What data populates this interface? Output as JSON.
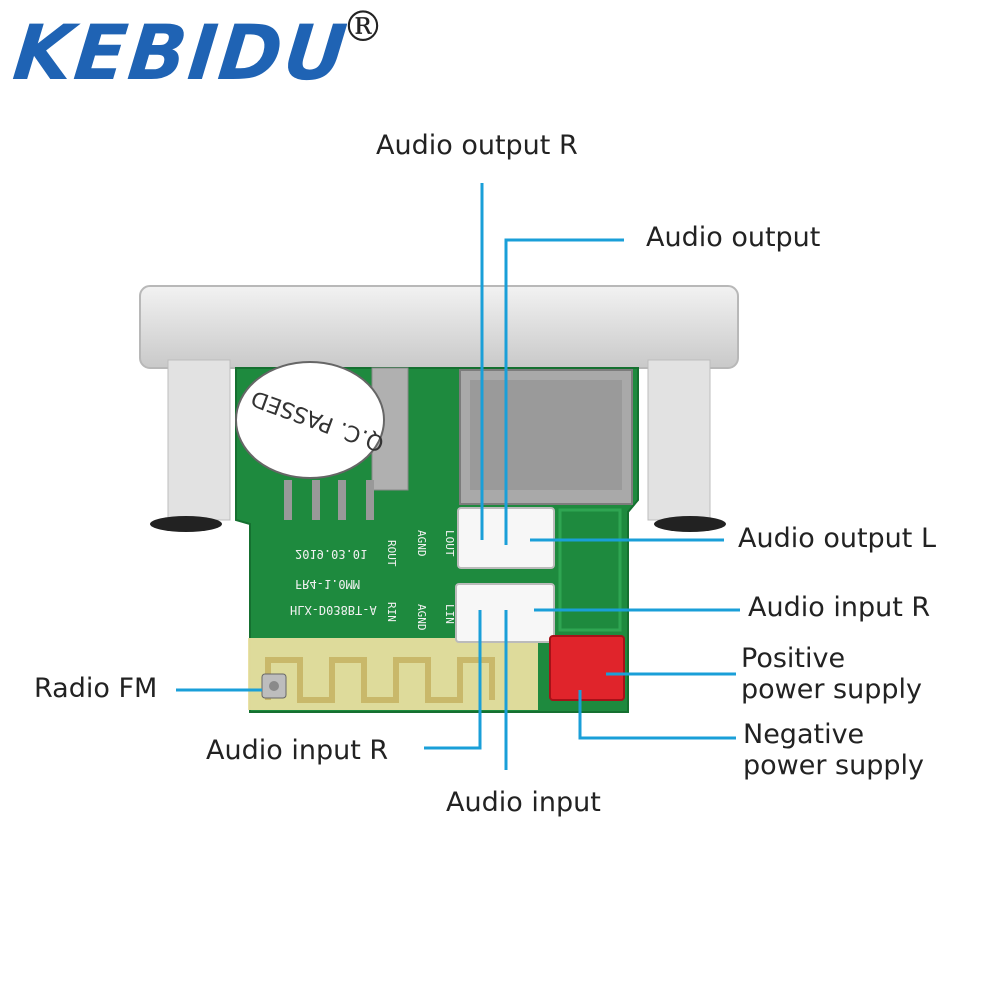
{
  "brand": {
    "name": "KEBIDU",
    "registered_mark": "®"
  },
  "labels": {
    "audio_output_r": "Audio output R",
    "audio_output": "Audio output",
    "audio_output_l": "Audio output L",
    "audio_input_r_right": "Audio input R",
    "positive_power_line1": "Positive",
    "positive_power_line2": "power supply",
    "negative_power_line1": "Negative",
    "negative_power_line2": "power supply",
    "radio_fm": "Radio FM",
    "audio_input_r_left": "Audio input R",
    "audio_input": "Audio input"
  },
  "board": {
    "qc_sticker": "Q.C. PASSED",
    "silkscreen_date": "2019.03.01",
    "silkscreen_thickness": "FR4-1.0MM",
    "silkscreen_model": "HLX-D038BT-A",
    "pin_rout": "ROUT",
    "pin_rin": "RIN",
    "pin_lout": "LOUT",
    "pin_lin": "LIN",
    "pin_agnd_1": "AGND",
    "pin_agnd_2": "AGND"
  },
  "colors": {
    "leader_line": "#1a9fd8",
    "pcb_green": "#1e8a3e",
    "brand_blue": "#1f63b4",
    "power_connector": "#e0242b"
  }
}
